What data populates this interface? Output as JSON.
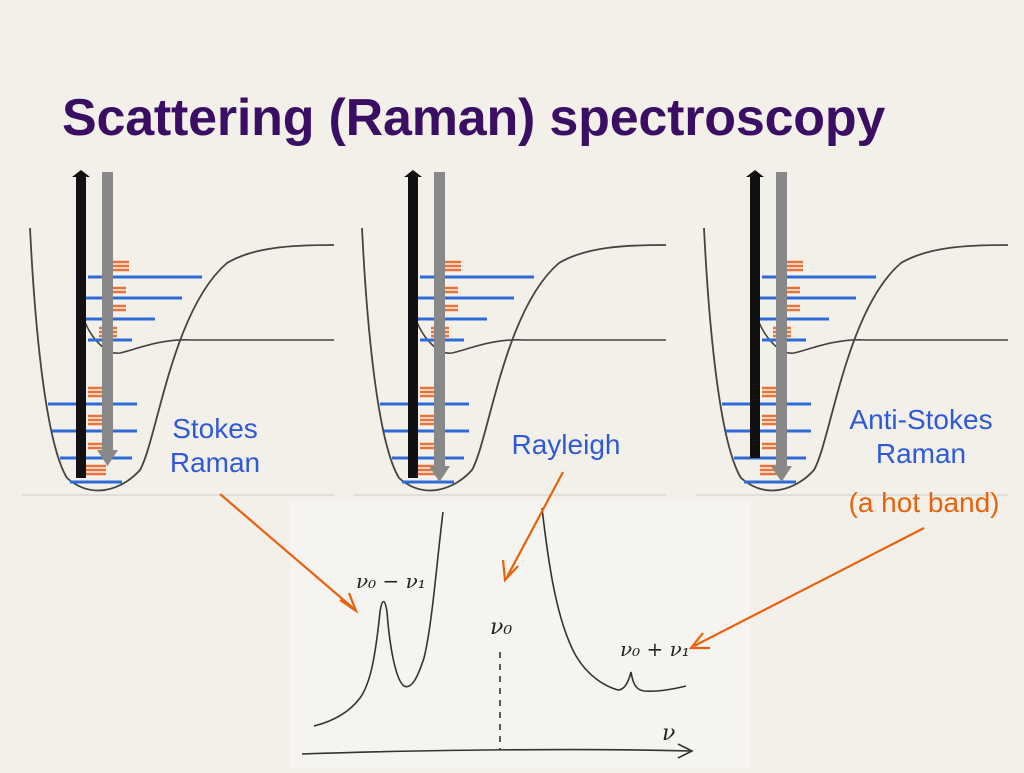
{
  "slide": {
    "title": "Scattering (Raman) spectroscopy",
    "accent_color": "#3a0e62",
    "label_color": "#2e5ad8",
    "highlight_color": "#e8620c"
  },
  "panels": [
    {
      "label_lines": [
        "Stokes",
        "Raman"
      ]
    },
    {
      "label_lines": [
        "Rayleigh"
      ]
    },
    {
      "label_lines": [
        "Anti-Stokes",
        "Raman"
      ],
      "note": "(a hot band)"
    }
  ],
  "spectrum": {
    "stokes_peak_label": "ν₀ − ν₁",
    "center_label": "ν₀",
    "antistokes_peak_label": "ν₀ + ν₁",
    "axis_label": "ν"
  }
}
